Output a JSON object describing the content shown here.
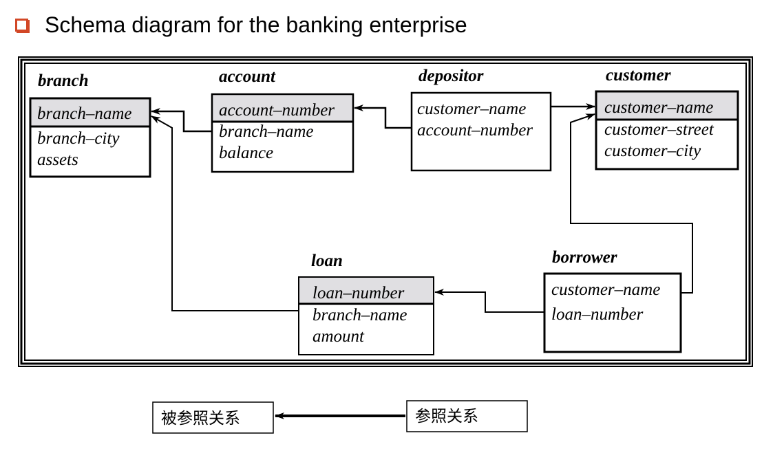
{
  "slide": {
    "title": "Schema diagram for the banking enterprise",
    "bullet_color": "#d24726"
  },
  "diagram": {
    "key_fill": "#e0dfe2",
    "relations": {
      "branch": {
        "name": "branch",
        "primary_key": "branch–name",
        "attributes": [
          "branch–city",
          "assets"
        ]
      },
      "account": {
        "name": "account",
        "primary_key": "account–number",
        "attributes": [
          "branch–name",
          "balance"
        ]
      },
      "depositor": {
        "name": "depositor",
        "attributes": [
          "customer–name",
          "account–number"
        ]
      },
      "customer": {
        "name": "customer",
        "primary_key": "customer–name",
        "attributes": [
          "customer–street",
          "customer–city"
        ]
      },
      "loan": {
        "name": "loan",
        "primary_key": "loan–number",
        "attributes": [
          "branch–name",
          "amount"
        ]
      },
      "borrower": {
        "name": "borrower",
        "attributes": [
          "customer–name",
          "loan–number"
        ]
      }
    },
    "references": [
      {
        "from": "account.branch–name",
        "to": "branch.branch–name"
      },
      {
        "from": "loan.branch–name",
        "to": "branch.branch–name"
      },
      {
        "from": "depositor.account–number",
        "to": "account.account–number"
      },
      {
        "from": "depositor.customer–name",
        "to": "customer.customer–name"
      },
      {
        "from": "borrower.customer–name",
        "to": "customer.customer–name"
      },
      {
        "from": "borrower.loan–number",
        "to": "loan.loan–number"
      }
    ]
  },
  "legend": {
    "referenced_relation": "被参照关系",
    "referencing_relation": "参照关系"
  }
}
